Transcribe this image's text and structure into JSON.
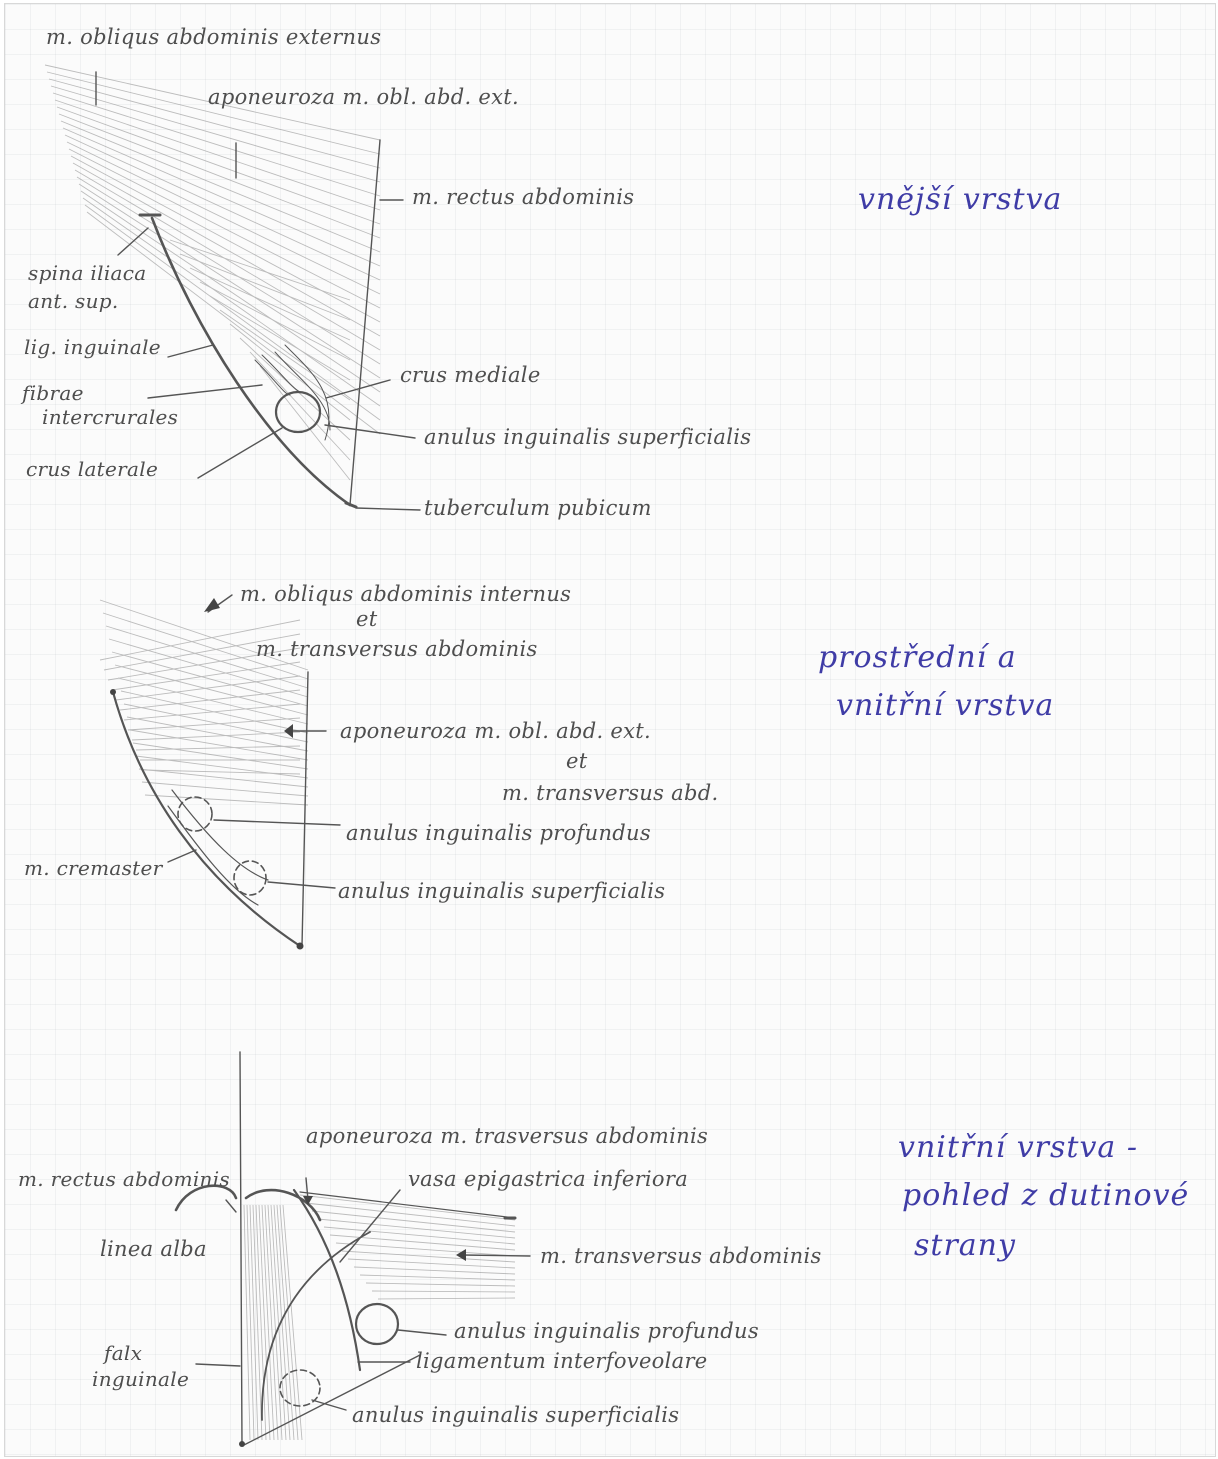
{
  "colors": {
    "pencil": "#555555",
    "ink": "#3f3ca6",
    "paper": "#fbfbfb"
  },
  "sections": [
    {
      "title": "vnější vrstva",
      "labels": {
        "obliquus_ext": "m. obliqus abdominis externus",
        "aponeuroza": "aponeuroza  m. obl. abd. ext.",
        "rectus": "m. rectus  abdominis",
        "spina_1": "spina iliaca",
        "spina_2": "ant. sup.",
        "lig_inguinale": "lig. inguinale",
        "fibrae_1": "fibrae",
        "fibrae_2": "intercrurales",
        "crus_laterale": "crus laterale",
        "crus_mediale": "crus mediale",
        "anulus_superf": "anulus  inguinalis  superficialis",
        "tuberculum": "tuberculum  pubicum"
      }
    },
    {
      "title_1": "prostřední  a",
      "title_2": "vnitřní vrstva",
      "labels": {
        "obliquus_int": "m. obliqus  abdominis  internus",
        "et_1": "et",
        "transversus": "m. transversus  abdominis",
        "aponeuroza_1": "aponeuroza  m. obl. abd. ext.",
        "et_2": "et",
        "aponeuroza_2": "m. transversus  abd.",
        "anulus_prof": "anulus  inguinalis  profundus",
        "cremaster": "m. cremaster",
        "anulus_superf": "anulus  inguinalis  superficialis"
      }
    },
    {
      "title_1": "vnitřní  vrstva -",
      "title_2": "pohled  z  dutinové",
      "title_3": "strany",
      "labels": {
        "aponeuroza": "aponeuroza  m. trasversus  abdominis",
        "rectus": "m. rectus  abdominis",
        "vasa": "vasa  epigastrica  inferiora",
        "linea_alba": "linea  alba",
        "transversus": "m. transversus  abdominis",
        "anulus_prof": "anulus  inguinalis  profundus",
        "lig_interfov": "ligamentum  interfoveolare",
        "falx_1": "falx",
        "falx_2": "inguinale",
        "anulus_superf": "anulus  inguinalis  superficialis"
      }
    }
  ]
}
